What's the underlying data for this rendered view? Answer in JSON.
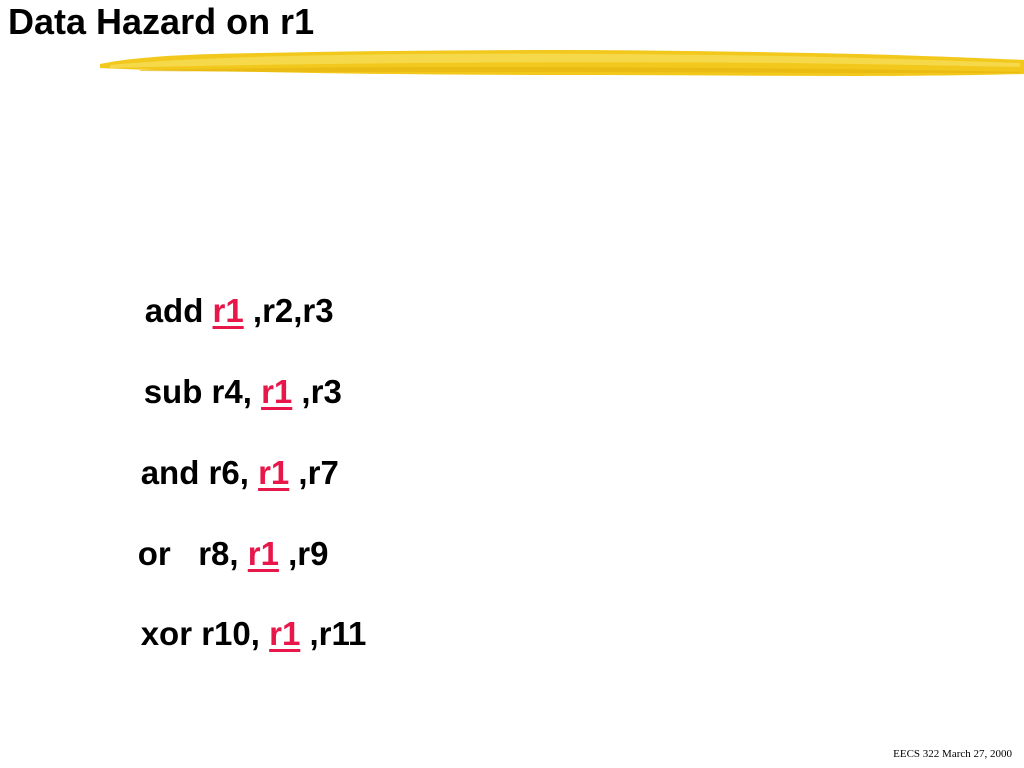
{
  "slide": {
    "title": "Data Hazard on r1",
    "accent_color": "#f2c81c",
    "highlight_color": "#e8174a"
  },
  "instructions": [
    {
      "pre": "add ",
      "reg": "r1",
      "post": " ,r2,r3"
    },
    {
      "pre": "sub r4, ",
      "reg": "r1",
      "post": " ,r3"
    },
    {
      "pre": "and r6, ",
      "reg": "r1",
      "post": " ,r7"
    },
    {
      "pre": "or   r8, ",
      "reg": "r1",
      "post": " ,r9"
    },
    {
      "pre": "xor r10, ",
      "reg": "r1",
      "post": " ,r11"
    }
  ],
  "footer": {
    "text": "EECS 322 March 27, 2000"
  }
}
